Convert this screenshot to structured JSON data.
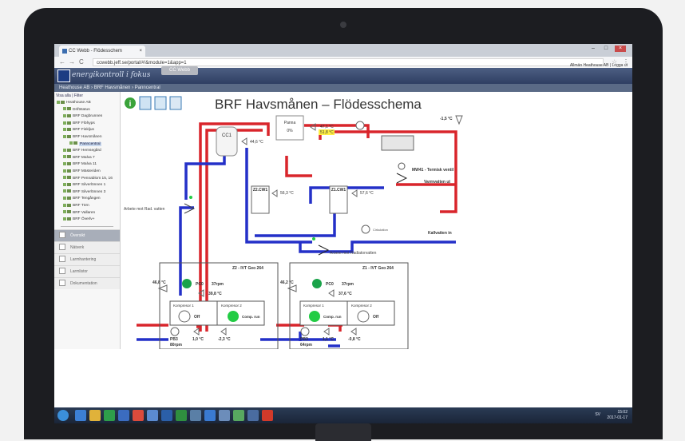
{
  "browser": {
    "tab_title": "CC Webb - Flödesschem",
    "tab_close": "×",
    "url": "ccwebb.jeff.se/portal/#!&module=1&app=1",
    "window_controls": [
      "–",
      "□",
      "×"
    ],
    "nav_back": "←",
    "nav_forward": "→",
    "nav_reload": "C"
  },
  "app": {
    "logo_text": "energikontroll i fokus",
    "app_button": "CC Webb",
    "user_text": "Allmän Heathouse AB | Logga ut"
  },
  "breadcrumb": "Heathouse AB  ›  BRF Havsmånen  ›  Panncentral",
  "sidebar": {
    "links": "Visa alla | Filter",
    "tree": [
      {
        "label": "Heathouse AB",
        "level": 0,
        "root": true
      },
      {
        "label": "Driftstatus",
        "level": 1
      },
      {
        "label": "BRF Dagbrunnen",
        "level": 1
      },
      {
        "label": "BRF Flöhyps",
        "level": 1
      },
      {
        "label": "BRF Fiskljus",
        "level": 1
      },
      {
        "label": "BRF Havsmånen",
        "level": 1
      },
      {
        "label": "Panncentral",
        "level": 2,
        "selected": true
      },
      {
        "label": "BRF Hemsegård",
        "level": 1
      },
      {
        "label": "BRF Malva 7",
        "level": 1
      },
      {
        "label": "BRF Malva 11",
        "level": 1
      },
      {
        "label": "BRF Mästeriden",
        "level": 1
      },
      {
        "label": "BRF Pennablom 15, 16",
        "level": 1
      },
      {
        "label": "BRF Silverlönnen 1",
        "level": 1
      },
      {
        "label": "BRF Silverlönnen 3",
        "level": 1
      },
      {
        "label": "BRF Tengången",
        "level": 1
      },
      {
        "label": "BRF Törn",
        "level": 1
      },
      {
        "label": "BRF Vallaren",
        "level": 1
      },
      {
        "label": "BRF Överlv+",
        "level": 1
      }
    ],
    "panels": [
      {
        "label": "Översikt",
        "active": true
      },
      {
        "label": "Nätverk"
      },
      {
        "label": "Larmhantering"
      },
      {
        "label": "Larmlistor"
      },
      {
        "label": "Dokumentation"
      }
    ]
  },
  "diagram": {
    "title": "BRF Havsmånen – Flödesschema",
    "outdoor_temp": "-1,5 °C",
    "panna_label": "Panna",
    "panna_value": "0%",
    "temp_panna_1": "47,1 °C",
    "temp_panna_2": "51,8 °C",
    "cc1_label": "CC1",
    "cc1_temp": "44,6 °C",
    "mw41_label": "MW41 - Termisk ventil",
    "varmvatten_ut": "Varmvatten ut",
    "kallvatten_in": "Kallvatten in",
    "z2cw1_label": "Z2.CW1",
    "z2cw1_temp": "56,3 °C",
    "z1cw1_label": "Z1.CW1",
    "z1cw1_temp": "57,6 °C",
    "arbete_rad": "Arbete mot Rad. vatten",
    "arbete_radiator": "Arbete mot Radiatorvatten",
    "cirk_label": "Cirkulation",
    "z2": {
      "title": "Z2 - IVT Geo 264",
      "temp_left": "46,8 °C",
      "pump": "PC0",
      "rpm": "37rpm",
      "temp_mid": "39,8 °C",
      "komp1": "Kompresor 1",
      "komp2": "Kompresor 2",
      "komp1_state": "Off",
      "komp2_state": "Comp. run",
      "pb": "PB3",
      "pb_rpm": "80rpm",
      "brine1": "1,0 °C",
      "brine2": "-2,3 °C"
    },
    "z1": {
      "title": "Z1 - IVT Geo 264",
      "temp_left": "46,2 °C",
      "pump": "PC0",
      "rpm": "37rpm",
      "temp_mid": "37,6 °C",
      "komp1": "Kompresor 1",
      "komp2": "Kompresor 2",
      "komp1_state": "Comp. run",
      "komp2_state": "Off",
      "pb": "PB3",
      "pb_rpm": "64rpm",
      "brine1": "1,1 °C",
      "brine2": "-0,8 °C"
    },
    "colors": {
      "hot": "#d9252b",
      "cold": "#2430c8",
      "run": "#22cc44",
      "pump": "#1aa34a",
      "highlight": "#ffee44"
    }
  },
  "taskbar": {
    "lang": "SV",
    "time": "15:02",
    "date": "2017-01-17"
  }
}
